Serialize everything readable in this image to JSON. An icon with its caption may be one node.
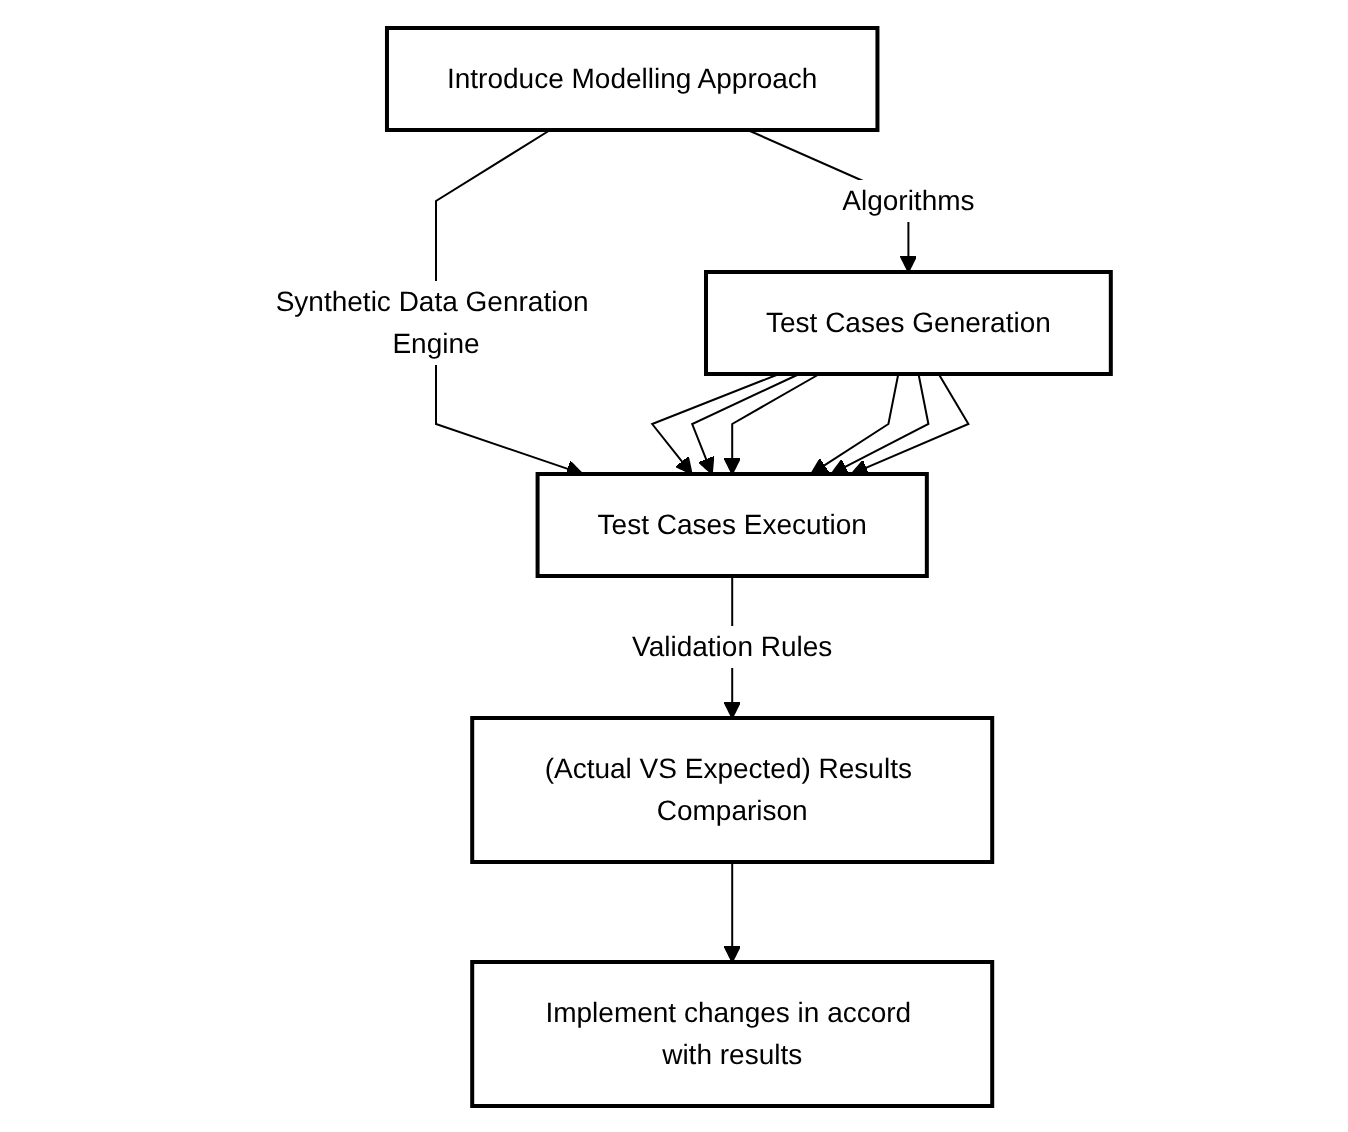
{
  "diagram": {
    "nodes": [
      {
        "text": [
          "Introduce Modelling Approach"
        ]
      },
      {
        "text": [
          "Test Cases Generation"
        ]
      },
      {
        "text": [
          "Test Cases Execution"
        ]
      },
      {
        "text": [
          "(Actual VS Expected) Results Comparison"
        ]
      },
      {
        "text": [
          "Implement changes in accord with results"
        ]
      }
    ],
    "edges": [
      {
        "from": 0,
        "to": 1,
        "arrow": "to",
        "label": "Algorithms"
      },
      {
        "from": 0,
        "to": 2,
        "arrow": "to",
        "label": "Synthetic Data Genration Engine"
      },
      {
        "from": 1,
        "to": 2,
        "arrow": "to"
      },
      {
        "from": 1,
        "to": 2,
        "arrow": "to"
      },
      {
        "from": 1,
        "to": 2,
        "arrow": "to"
      },
      {
        "from": 1,
        "to": 2,
        "arrow": "to"
      },
      {
        "from": 1,
        "to": 2,
        "arrow": "to"
      },
      {
        "from": 1,
        "to": 2,
        "arrow": "to"
      },
      {
        "from": 2,
        "to": 3,
        "arrow": "to",
        "label": "Validation Rules"
      },
      {
        "from": 3,
        "to": 4,
        "arrow": "to"
      }
    ]
  }
}
